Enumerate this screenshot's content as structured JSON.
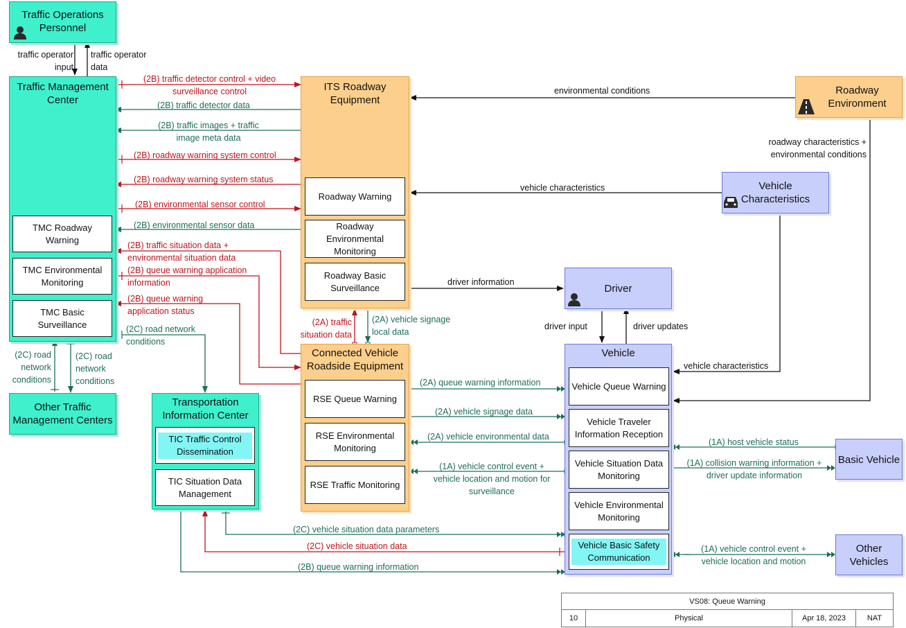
{
  "nodes": {
    "top_personnel": "Traffic Operations Personnel",
    "tmc": "Traffic Management Center",
    "tmc_roadway_warning": "TMC Roadway Warning",
    "tmc_env_monitoring": "TMC Environmental Monitoring",
    "tmc_basic_surveillance": "TMC Basic Surveillance",
    "other_tmc": "Other Traffic Management Centers",
    "tic": "Transportation Information Center",
    "tic_traffic_control": "TIC Traffic Control Dissemination",
    "tic_situation_data": "TIC Situation Data Management",
    "its_equipment": "ITS Roadway Equipment",
    "roadway_warning": "Roadway Warning",
    "roadway_env_monitoring": "Roadway Environmental Monitoring",
    "roadway_basic_surveillance": "Roadway Basic Surveillance",
    "cvre": "Connected Vehicle Roadside Equipment",
    "rse_queue_warning": "RSE Queue Warning",
    "rse_env_monitoring": "RSE Environmental Monitoring",
    "rse_traffic_monitoring": "RSE Traffic Monitoring",
    "roadway_environment": "Roadway Environment",
    "vehicle_characteristics": "Vehicle Characteristics",
    "driver": "Driver",
    "vehicle": "Vehicle",
    "vehicle_queue_warning": "Vehicle Queue Warning",
    "vehicle_traveler_info": "Vehicle Traveler Information Reception",
    "vehicle_situation_data": "Vehicle Situation Data Monitoring",
    "vehicle_env_monitoring": "Vehicle Environmental Monitoring",
    "vehicle_basic_safety": "Vehicle Basic Safety Communication",
    "basic_vehicle": "Basic Vehicle",
    "other_vehicles": "Other Vehicles"
  },
  "flows": {
    "traffic_operator_input": "traffic operator input",
    "traffic_operator_data": "traffic operator data",
    "f_detector_control": "(2B) traffic detector control + video surveillance control",
    "f_detector_data": "(2B) traffic detector data",
    "f_traffic_images": "(2B) traffic images + traffic image meta data",
    "f_rws_control": "(2B) roadway warning system control",
    "f_rws_status": "(2B) roadway warning system status",
    "f_env_sensor_control": "(2B) environmental sensor control",
    "f_env_sensor_data": "(2B) environmental sensor data",
    "f_traffic_situation": "(2B) traffic situation data + environmental situation data",
    "f_qw_app_info": "(2B) queue warning application information",
    "f_qw_app_status": "(2B) queue warning application status",
    "f_road_network_tic": "(2C) road network conditions",
    "f_road_network_a": "(2C) road network conditions",
    "f_road_network_b": "(2C) road network conditions",
    "f_env_conditions": "environmental conditions",
    "f_roadway_chars": "roadway characteristics + environmental conditions",
    "f_vehicle_chars_its": "vehicle characteristics",
    "f_vehicle_chars_veh": "vehicle characteristics",
    "f_driver_info": "driver information",
    "f_driver_input": "driver input",
    "f_driver_updates": "driver updates",
    "f_traffic_situation_2a": "(2A) traffic situation data",
    "f_vehicle_signage_local": "(2A) vehicle signage local data",
    "f_queue_warning_info": "(2A) queue warning information",
    "f_vehicle_signage": "(2A) vehicle signage data",
    "f_vehicle_env": "(2A) vehicle environmental data",
    "f_vehicle_control_event": "(1A) vehicle control event + vehicle location and motion for surveillance",
    "f_host_vehicle_status": "(1A) host vehicle status",
    "f_collision_warning": "(1A) collision warning information + driver update information",
    "f_vce_other": "(1A) vehicle control event + vehicle location and motion",
    "f_vsd_parameters": "(2C) vehicle situation data parameters",
    "f_vsd": "(2C) vehicle situation data",
    "f_qw_info_2b": "(2B) queue warning information"
  },
  "title_block": {
    "diagram_title": "VS08: Queue Warning",
    "page": "10",
    "view": "Physical",
    "date": "Apr 18, 2023",
    "author": "NAT"
  },
  "colors": {
    "teal": "#3ff0cc",
    "orange": "#fccf8c",
    "blue": "#c8cffb",
    "flow_red": "#c0131a",
    "flow_green": "#1d6d5a"
  },
  "icons": [
    "person-icon",
    "road-icon",
    "car-icon"
  ]
}
